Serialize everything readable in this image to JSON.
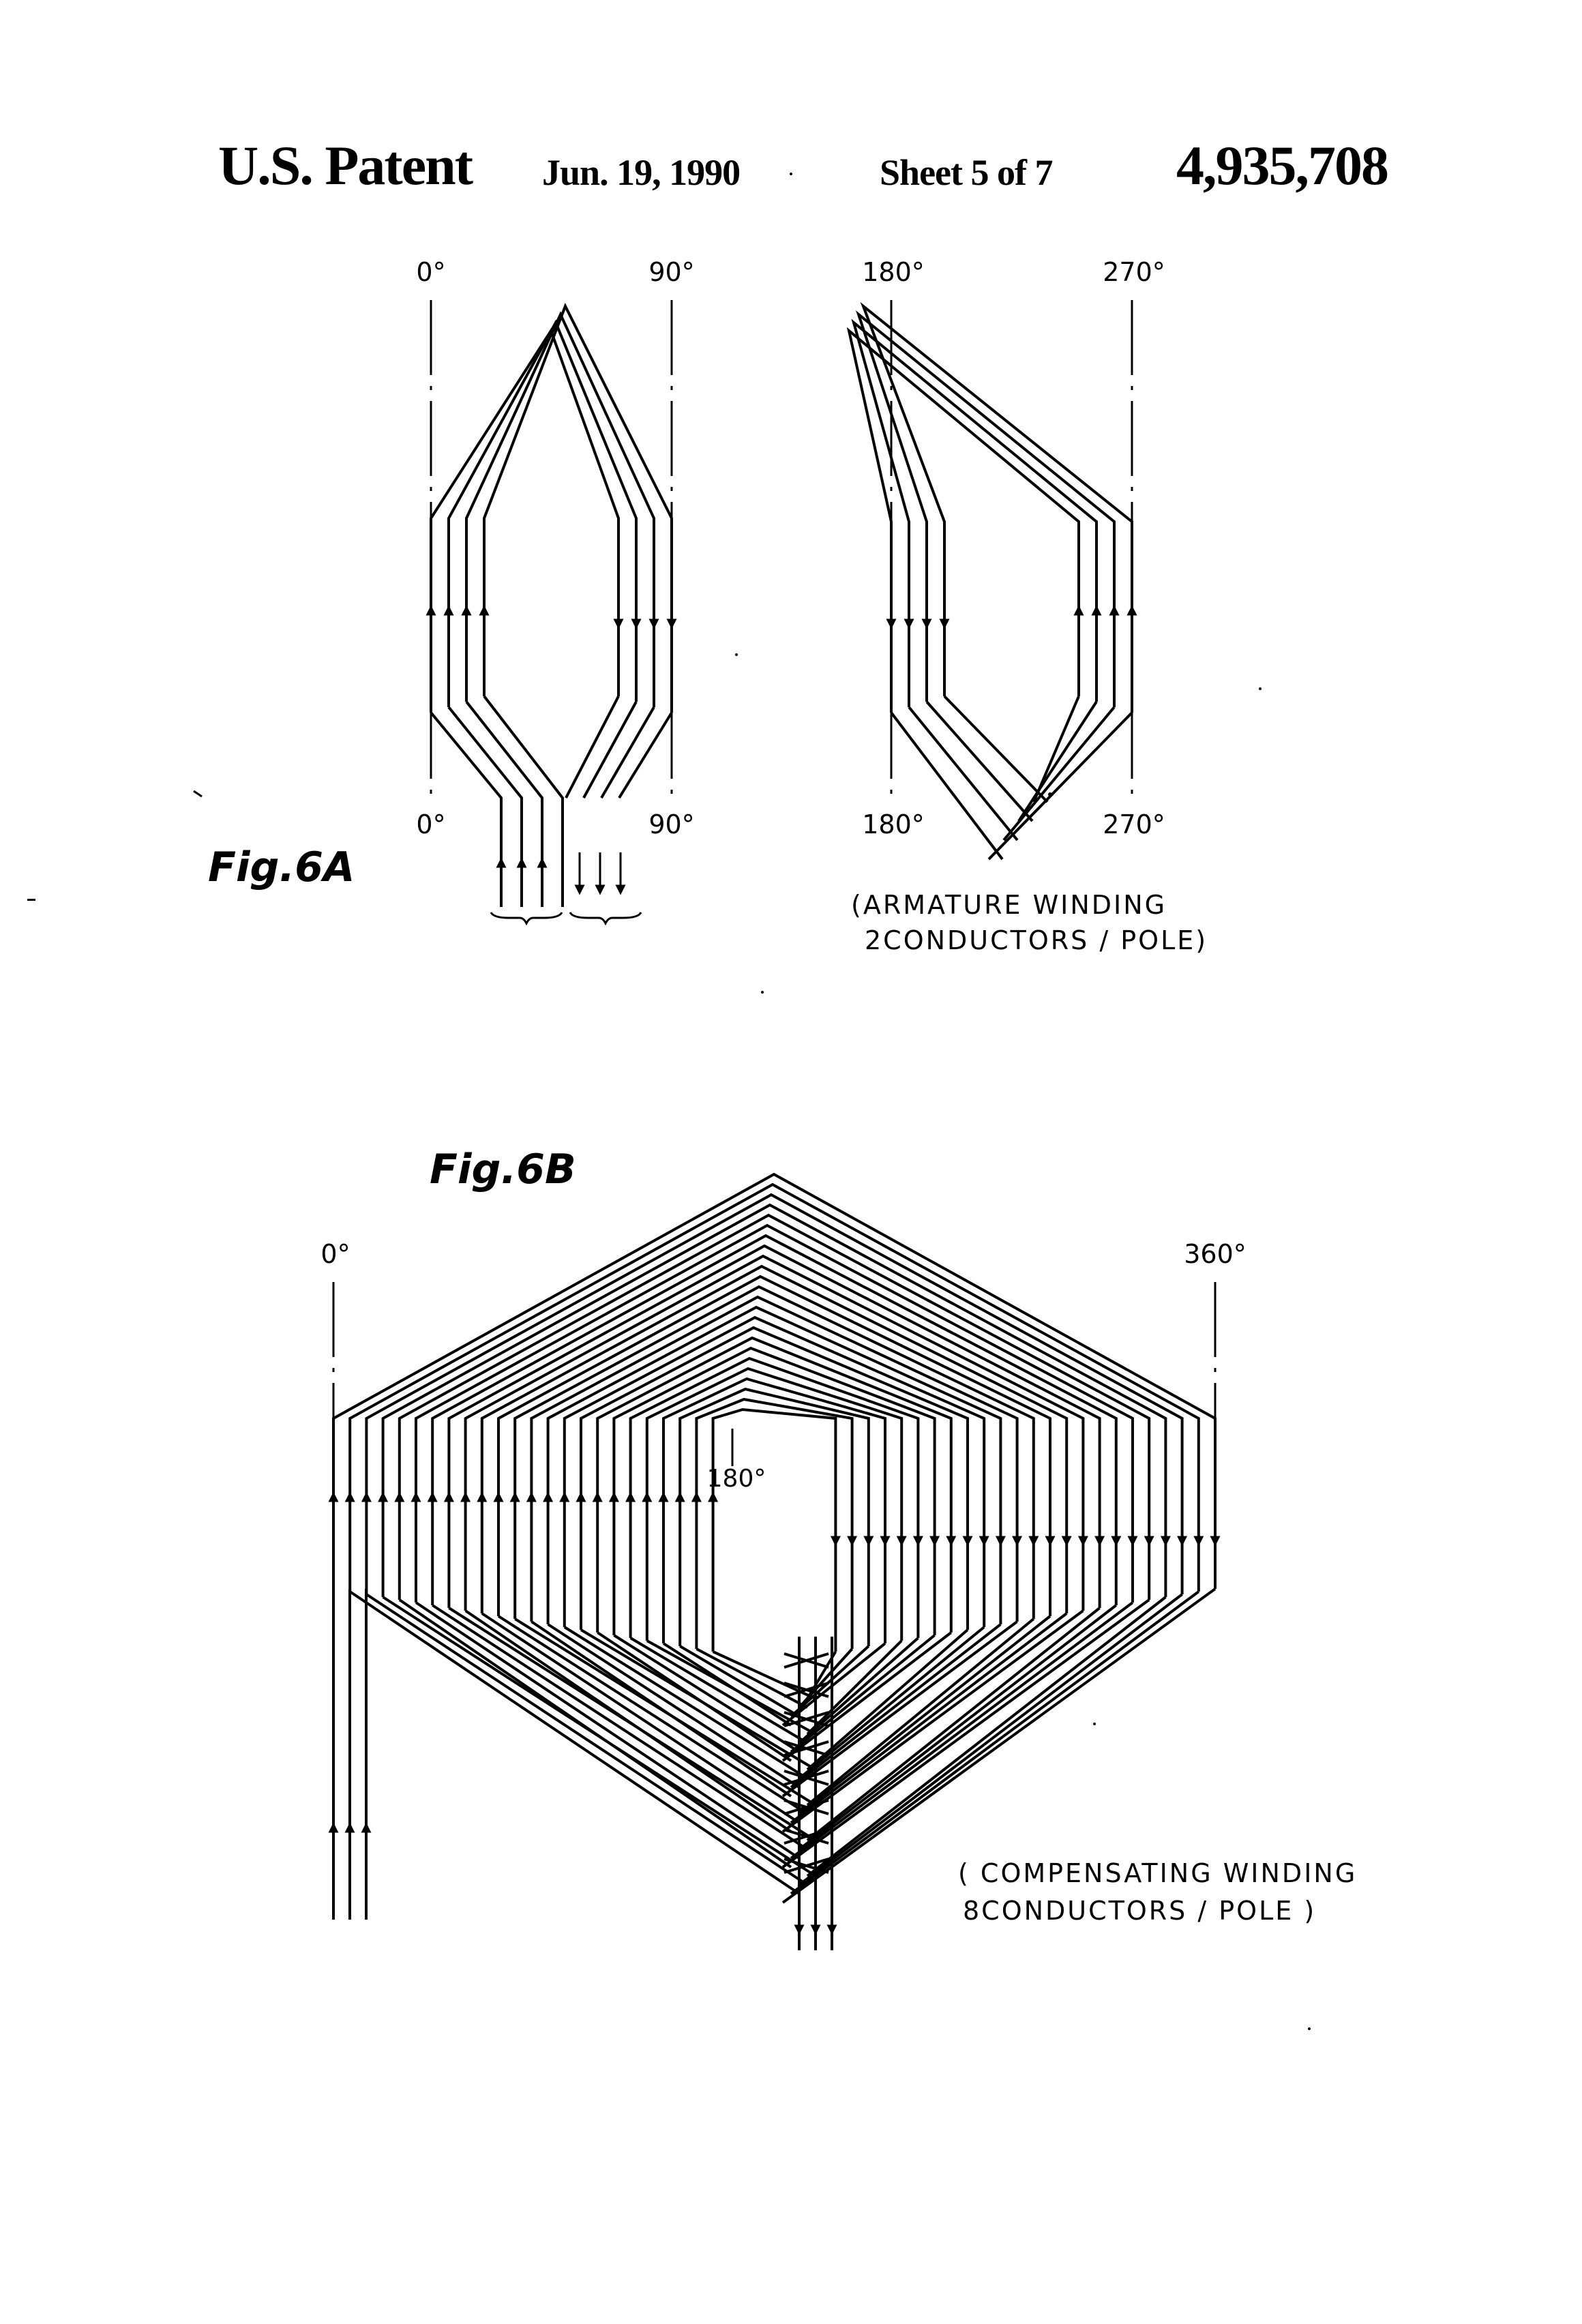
{
  "header": {
    "title": "U.S. Patent",
    "date": "Jun. 19, 1990",
    "sheet": "Sheet 5 of 7",
    "patent_number": "4,935,708"
  },
  "fig6a": {
    "label": "Fig.6A",
    "top_angles": [
      "0°",
      "90°",
      "180°",
      "270°"
    ],
    "bottom_angles": [
      "0°",
      "90°",
      "180°",
      "270°"
    ],
    "caption_line1": "(ARMATURE WINDING",
    "caption_line2": "2CONDUCTORS / POLE)"
  },
  "fig6b": {
    "label": "Fig.6B",
    "angle_left": "0°",
    "angle_right": "360°",
    "angle_center": "180°",
    "caption_line1": "( COMPENSATING WINDING",
    "caption_line2": "8CONDUCTORS / POLE )"
  }
}
